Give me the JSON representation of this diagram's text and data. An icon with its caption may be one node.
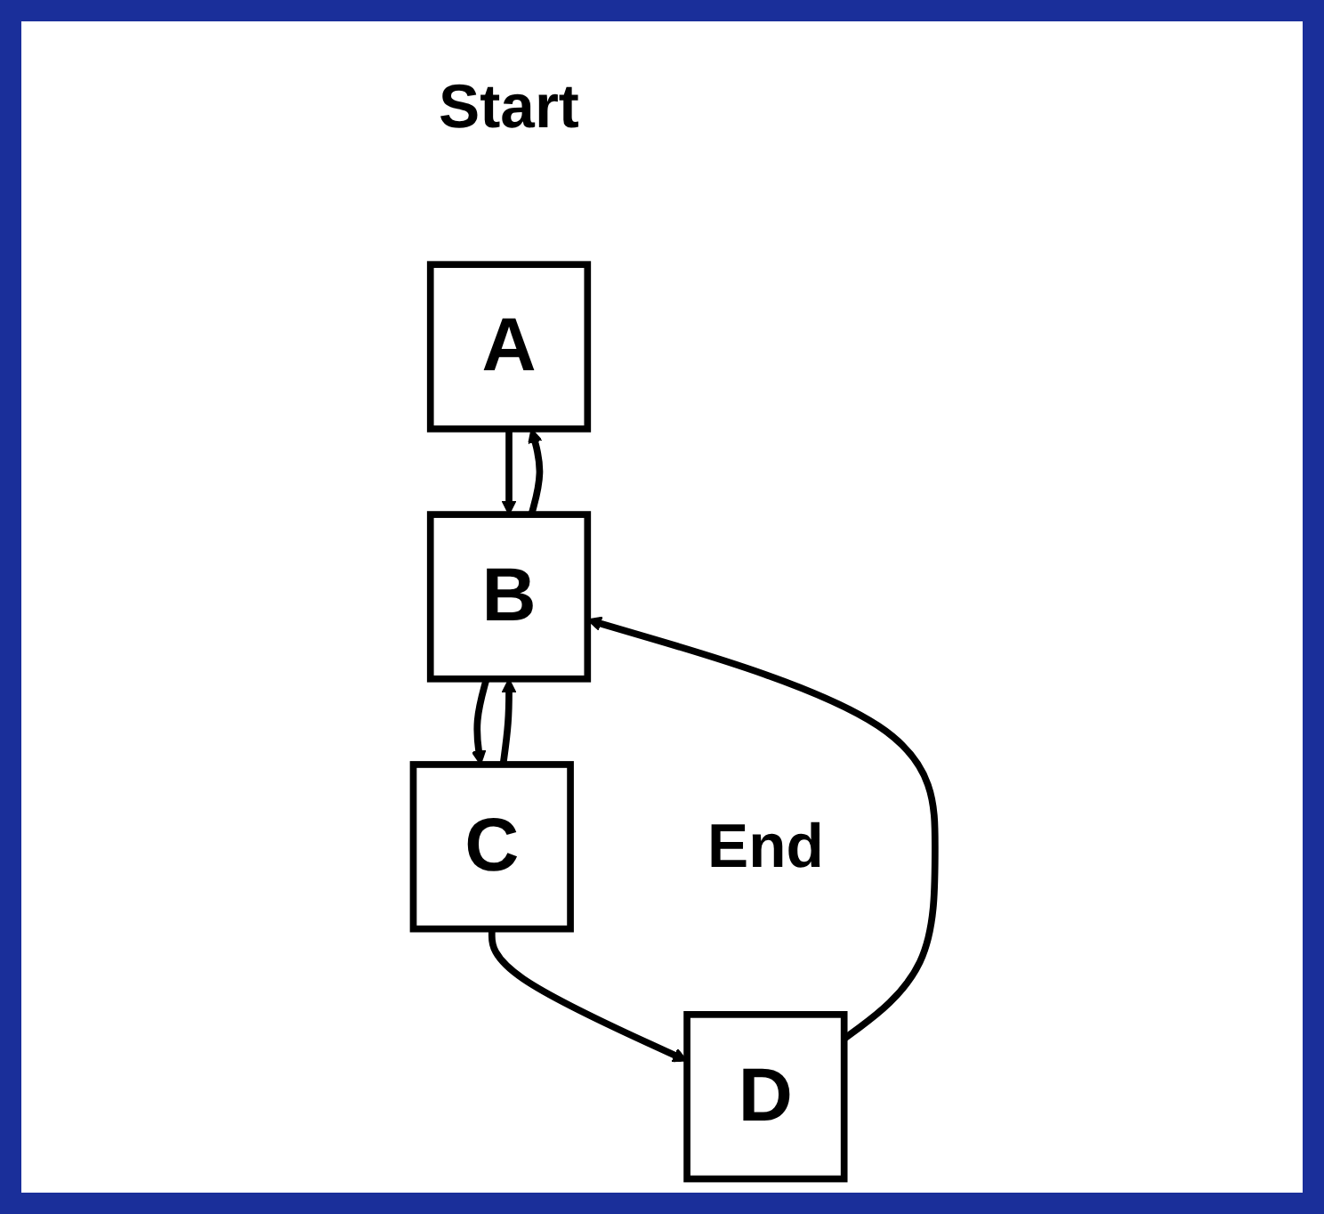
{
  "diagram": {
    "nodes": [
      {
        "text": [
          "A"
        ],
        "beside": [
          "Start"
        ]
      },
      {
        "text": [
          "B"
        ]
      },
      {
        "text": [
          "C"
        ]
      },
      {
        "text": [
          "D"
        ],
        "beside": [
          "End"
        ]
      }
    ],
    "edges": [
      {
        "from": 0,
        "to": 1,
        "arrow": "to"
      },
      {
        "from": 1,
        "to": 0,
        "arrow": "to"
      },
      {
        "from": 3,
        "to": 1,
        "arrow": "to"
      },
      {
        "from": 1,
        "to": 2,
        "arrow": "to"
      },
      {
        "from": 2,
        "to": 1,
        "arrow": "to"
      },
      {
        "from": 2,
        "to": 3,
        "arrow": "to"
      }
    ]
  }
}
